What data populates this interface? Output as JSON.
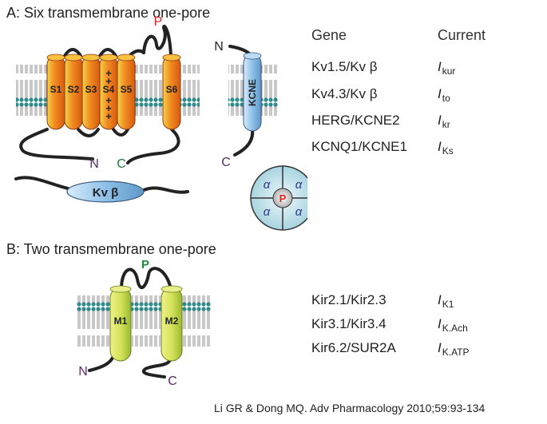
{
  "section_a": {
    "title": "A: Six transmembrane one-pore",
    "header_gene": "Gene",
    "header_current": "Current",
    "rows": [
      {
        "gene": "Kv1.5/Kv β",
        "current_main": "I",
        "current_sub": "kur"
      },
      {
        "gene": "Kv4.3/Kv β",
        "current_main": "I",
        "current_sub": "to"
      },
      {
        "gene": "HERG/KCNE2",
        "current_main": "I",
        "current_sub": "kr"
      },
      {
        "gene": "KCNQ1/KCNE1",
        "current_main": "I",
        "current_sub": "Ks"
      }
    ],
    "diagram": {
      "segments": [
        "S1",
        "S2",
        "S3",
        "S4",
        "S5",
        "S6"
      ],
      "s4_charges": "+",
      "pore_label": "P",
      "n_label": "N",
      "c_label": "C",
      "kcne_label": "KCNE",
      "kcne_n_label": "N",
      "kcne_c_label": "C",
      "kvb_label": "Kv β",
      "tetramer_subunit": "α",
      "tetramer_pore": "P"
    }
  },
  "section_b": {
    "title": "B: Two transmembrane one-pore",
    "rows": [
      {
        "gene": "Kir2.1/Kir2.3",
        "current_main": "I",
        "current_sub": "K1"
      },
      {
        "gene": "Kir3.1/Kir3.4",
        "current_main": "I",
        "current_sub": "K.Ach"
      },
      {
        "gene": "Kir6.2/SUR2A",
        "current_main": "I",
        "current_sub": "K.ATP"
      }
    ],
    "diagram": {
      "segments": [
        "M1",
        "M2"
      ],
      "pore_label": "P",
      "n_label": "N",
      "c_label": "C"
    }
  },
  "citation": "Li GR & Dong MQ.  Adv Pharmacology 2010;59:93-134",
  "colors": {
    "helix_orange": "#f08a20",
    "helix_yellow": "#f4d24a",
    "kcne_blue": "#8fc0e8",
    "kir_green": "#c8e05a",
    "lipid_head": "#2f8a8a",
    "pore_red": "#e02020",
    "pore_green": "#1f8a3a",
    "terminus_purple": "#5a2a6a",
    "terminus_green": "#1f7a3a"
  }
}
